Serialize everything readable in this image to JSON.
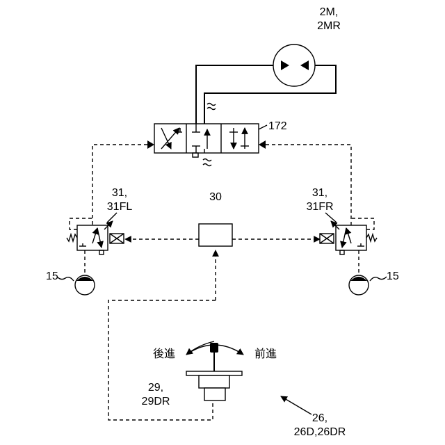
{
  "labels": {
    "motor": [
      "2M,",
      "2MR"
    ],
    "valve": "172",
    "controller": "30",
    "left_valve": [
      "31,",
      "31FL"
    ],
    "right_valve": [
      "31,",
      "31FR"
    ],
    "left_pump": "15",
    "right_pump": "15",
    "backward": "後進",
    "forward": "前進",
    "lever": [
      "29,",
      "29DR"
    ],
    "system": [
      "26,",
      "26D,26DR"
    ]
  },
  "colors": {
    "line": "#000000",
    "background": "#ffffff"
  },
  "symbols": [
    "hydraulic-motor-icon",
    "directional-valve-icon",
    "pilot-valve-icon",
    "pump-icon",
    "controller-box",
    "operation-lever-icon"
  ]
}
